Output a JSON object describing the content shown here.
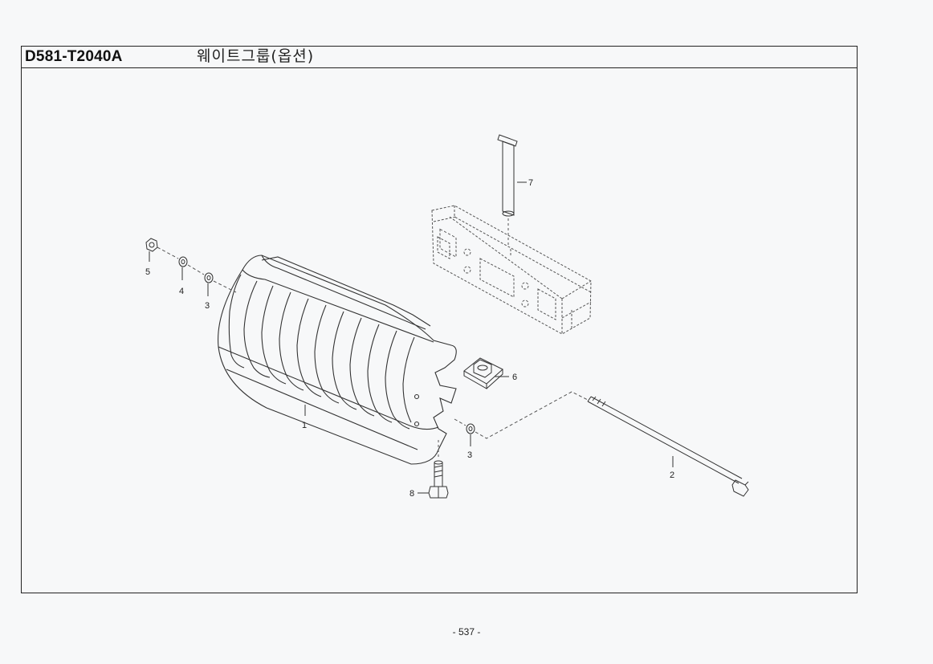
{
  "header": {
    "part_code": "D581-T2040A",
    "group_title": "웨이트그룹(옵션)"
  },
  "callouts": [
    {
      "id": "c1",
      "label": "1"
    },
    {
      "id": "c2",
      "label": "2"
    },
    {
      "id": "c3a",
      "label": "3"
    },
    {
      "id": "c3b",
      "label": "3"
    },
    {
      "id": "c4",
      "label": "4"
    },
    {
      "id": "c5",
      "label": "5"
    },
    {
      "id": "c6",
      "label": "6"
    },
    {
      "id": "c7",
      "label": "7"
    },
    {
      "id": "c8",
      "label": "8"
    }
  ],
  "footer": {
    "page_number": "- 537 -"
  }
}
